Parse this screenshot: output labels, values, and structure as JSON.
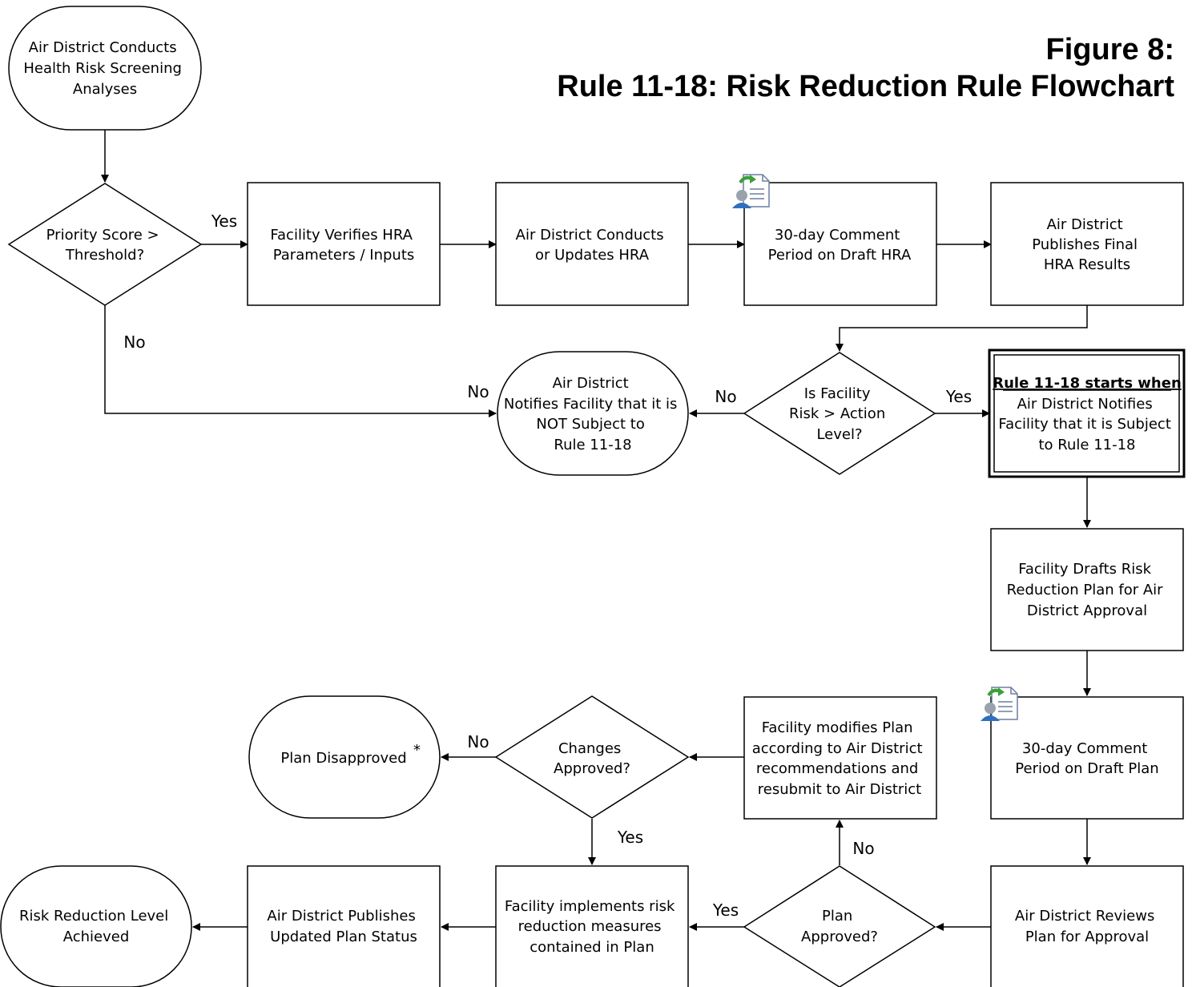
{
  "title": {
    "line1": "Figure 8:",
    "line2": "Rule 11-18: Risk Reduction Rule Flowchart"
  },
  "nodes": {
    "start_screening": [
      "Air District Conducts",
      "Health Risk Screening",
      "Analyses"
    ],
    "priority_decision": [
      "Priority Score >",
      "Threshold?"
    ],
    "facility_verifies": [
      "Facility Verifies HRA",
      "Parameters / Inputs"
    ],
    "district_conducts_hra": [
      "Air District Conducts",
      "or Updates HRA"
    ],
    "comment_draft_hra": [
      "30-day Comment",
      "Period on Draft HRA"
    ],
    "publishes_final_hra": [
      "Air District",
      "Publishes Final",
      "HRA Results"
    ],
    "risk_decision": [
      "Is Facility",
      "Risk > Action",
      "Level?"
    ],
    "not_subject": [
      "Air District",
      "Notifies Facility that it is",
      "NOT Subject to",
      "Rule 11-18"
    ],
    "rule_starts_heading": "Rule 11-18 starts when",
    "rule_starts": [
      "Air District Notifies",
      "Facility that it is Subject",
      "to Rule 11-18"
    ],
    "drafts_plan": [
      "Facility Drafts Risk",
      "Reduction Plan for Air",
      "District  Approval"
    ],
    "comment_draft_plan": [
      "30-day Comment",
      "Period on Draft Plan"
    ],
    "reviews_plan": [
      "Air District Reviews",
      "Plan for Approval"
    ],
    "plan_decision": [
      "Plan",
      "Approved?"
    ],
    "modifies_plan": [
      "Facility modifies Plan",
      "according to Air District",
      "recommendations and",
      "resubmit to Air District"
    ],
    "changes_decision": [
      "Changes",
      "Approved?"
    ],
    "plan_disapproved": "Plan Disapproved",
    "plan_disapproved_mark": "*",
    "implements_measures": [
      "Facility implements risk",
      "reduction measures",
      "contained in Plan"
    ],
    "publishes_status": [
      "Air District Publishes",
      "Updated Plan Status"
    ],
    "risk_achieved": [
      "Risk Reduction Level",
      "Achieved"
    ]
  },
  "edge_labels": {
    "priority_yes": "Yes",
    "priority_no": "No",
    "not_subject_no": "No",
    "risk_no": "No",
    "risk_yes": "Yes",
    "changes_no": "No",
    "changes_yes": "Yes",
    "plan_no": "No",
    "plan_yes": "Yes"
  },
  "icons": [
    "comment-document-icon",
    "comment-document-icon"
  ]
}
